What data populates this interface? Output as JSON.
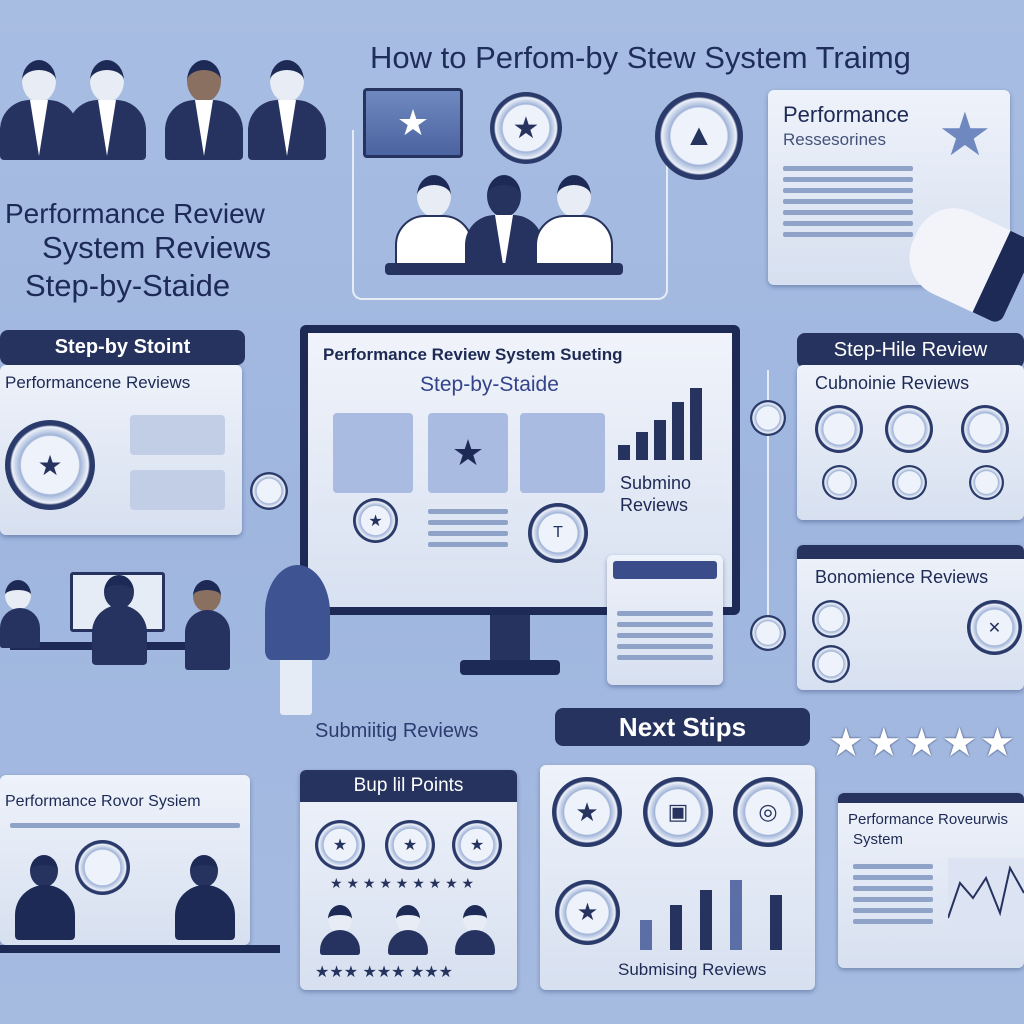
{
  "header": {
    "title": "How to Perfom-by Stew System Traimg"
  },
  "left_title": {
    "line1": "Performance Review",
    "line2": "System Reviews",
    "line3": "Step-by-Staide"
  },
  "right_top_card": {
    "title": "Performance",
    "subtitle": "Ressesorines"
  },
  "left_mid": {
    "pill": "Step-by Stoint",
    "card_title": "Performancene Reviews"
  },
  "monitor": {
    "title": "Performance Review System Sueting",
    "subtitle": "Step-by-Staide",
    "chart_label_1": "Submino",
    "chart_label_2": "Reviews"
  },
  "right_mid": {
    "pill": "Step-Hile Review",
    "card_title": "Cubnoinie Reviews",
    "card2_title": "Bonomience Reviews"
  },
  "center_caption": "Submiitig Reviews",
  "next_steps": "Next Stips",
  "bottom": {
    "card1_title": "Performance Rovor Sysiem",
    "card2_title": "Bup lil Points",
    "card3_caption": "Submising Reviews",
    "card4_title_1": "Performance Roveurwis",
    "card4_title_2": "System"
  },
  "colors": {
    "navy": "#26335e",
    "background": "#a8bde2",
    "card": "#e6ecf6"
  }
}
